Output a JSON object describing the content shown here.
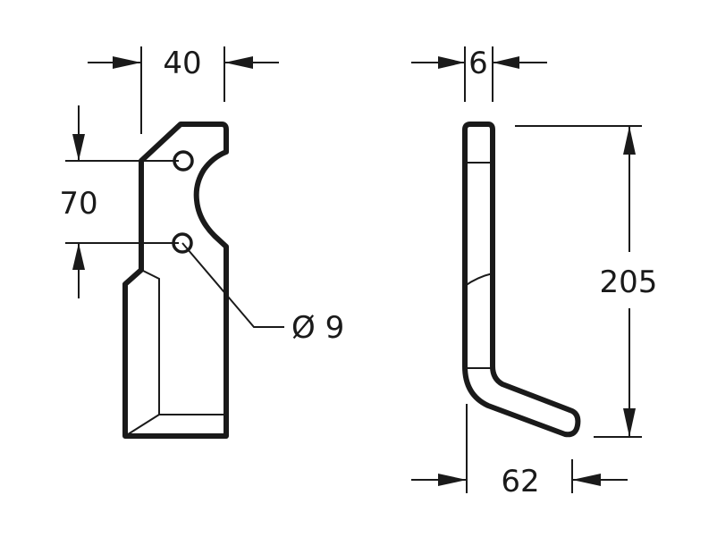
{
  "dimensions": {
    "width_top": "40",
    "hole_spacing": "70",
    "hole_diameter": "Ø 9",
    "thickness": "6",
    "height": "205",
    "foot_length": "62"
  },
  "colors": {
    "line": "#1a1a1a",
    "background": "#ffffff"
  }
}
